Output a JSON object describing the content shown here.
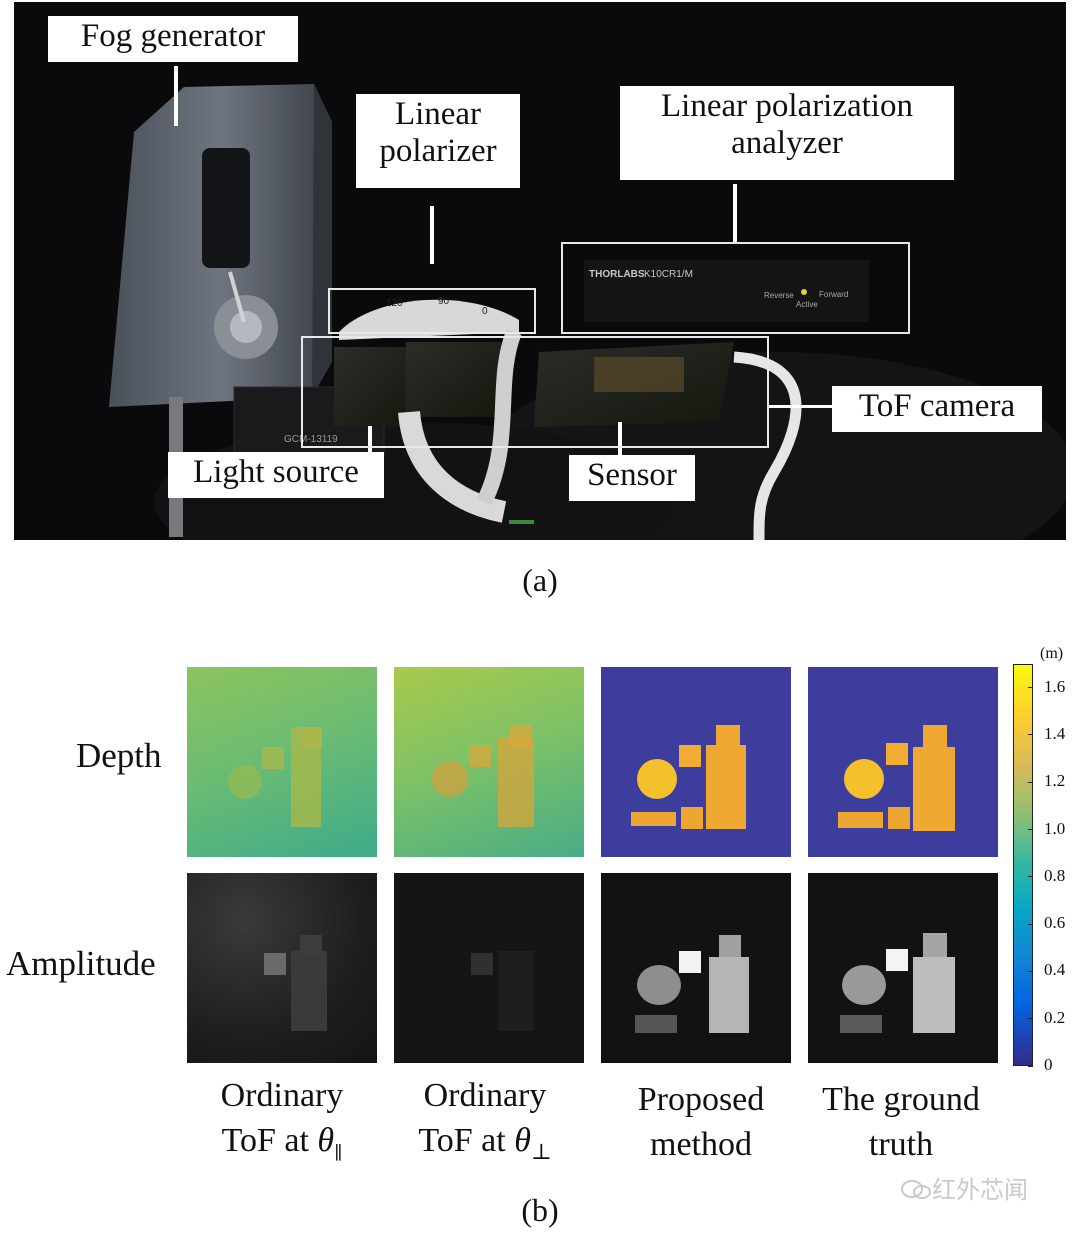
{
  "panel_a": {
    "caption": "(a)",
    "labels": {
      "fog_generator": "Fog generator",
      "linear_polarizer_line1": "Linear",
      "linear_polarizer_line2": "polarizer",
      "analyzer_line1": "Linear polarization",
      "analyzer_line2": "analyzer",
      "tof_camera": "ToF camera",
      "light_source": "Light source",
      "sensor": "Sensor"
    },
    "device_text": {
      "brand": "THORLABS",
      "model": "K10CR1/M",
      "reverse": "Reverse",
      "active": "Active",
      "forward": "Forward",
      "dial_120": "120",
      "dial_90": "90",
      "dial_0": "0"
    }
  },
  "panel_b": {
    "caption": "(b)",
    "rows": [
      "Depth",
      "Amplitude"
    ],
    "columns": [
      {
        "line1": "Ordinary",
        "line2_prefix": "ToF at ",
        "symbol": "θ",
        "subscript": "∥"
      },
      {
        "line1": "Ordinary",
        "line2_prefix": "ToF at ",
        "symbol": "θ",
        "subscript": "⊥"
      },
      {
        "line1": "Proposed",
        "line2_prefix": "method",
        "symbol": "",
        "subscript": ""
      },
      {
        "line1": "The ground",
        "line2_prefix": "truth",
        "symbol": "",
        "subscript": ""
      }
    ],
    "colorbar": {
      "unit": "(m)",
      "ticks": [
        "1.6",
        "1.4",
        "1.2",
        "1.0",
        "0.8",
        "0.6",
        "0.4",
        "0.2",
        "0"
      ],
      "min": 0,
      "max": 1.7,
      "colormap": "parula"
    }
  },
  "watermark": "红外芯闻"
}
